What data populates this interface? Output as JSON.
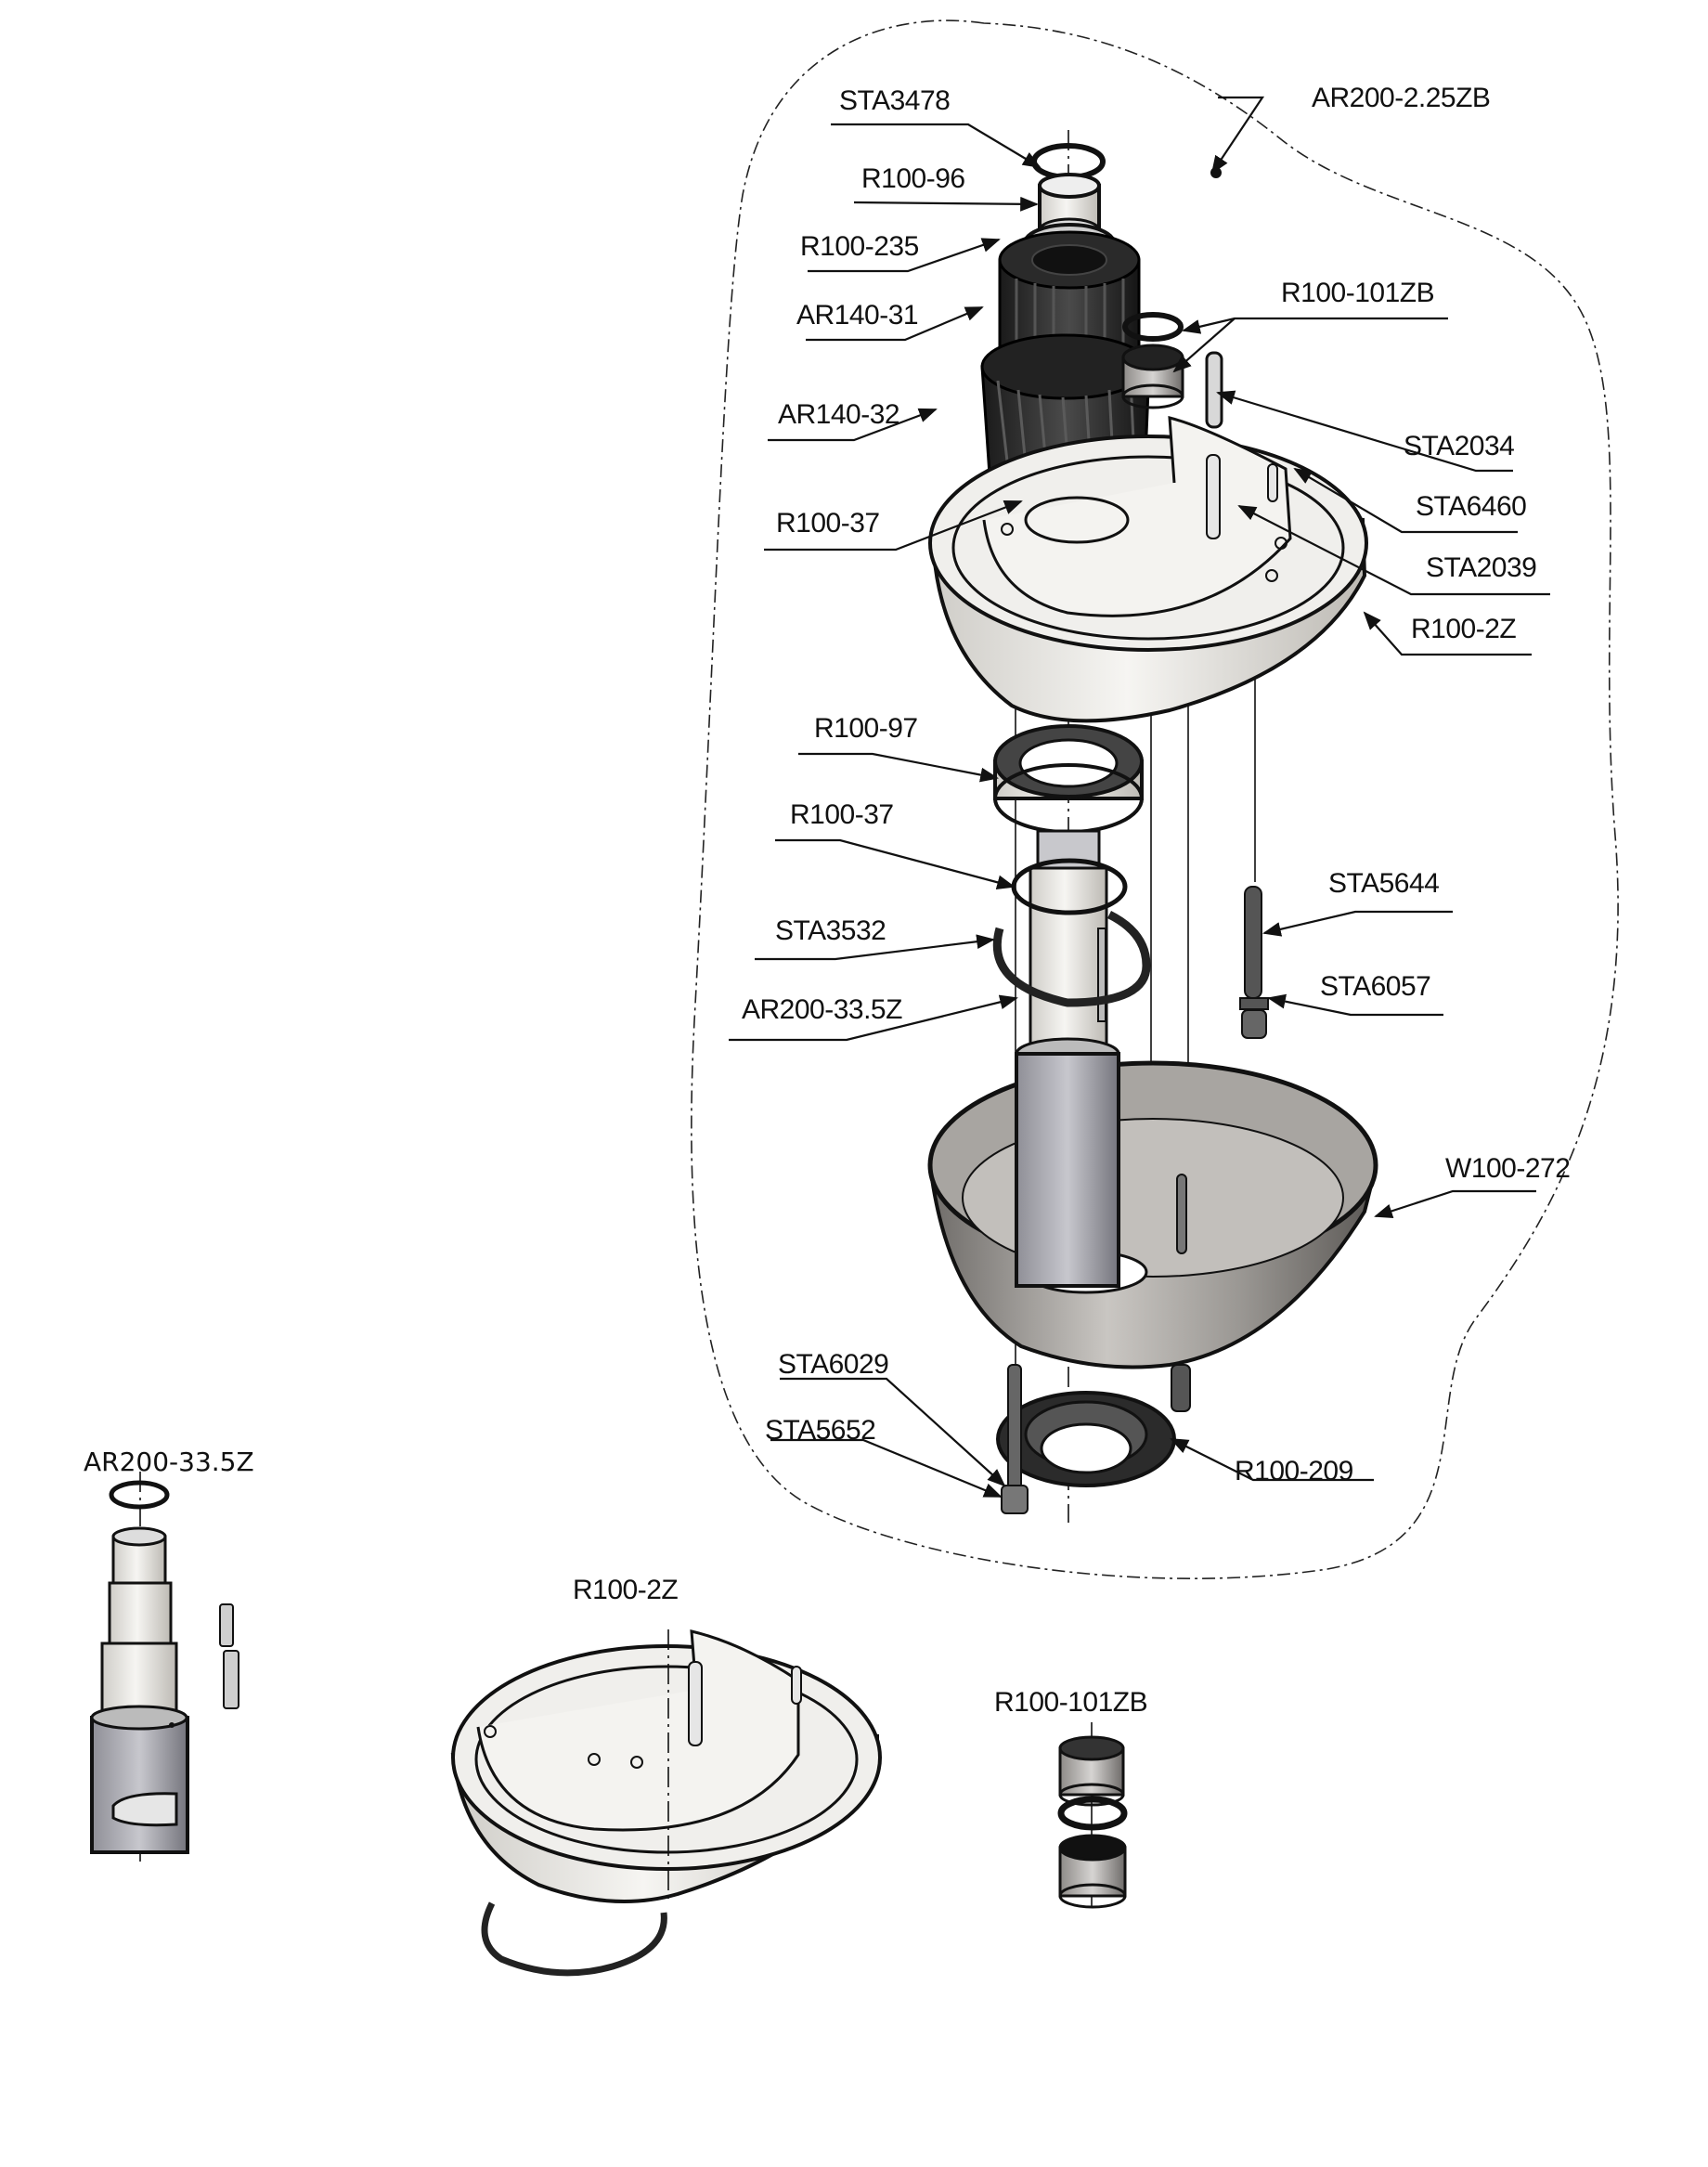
{
  "drawing": {
    "title": "Exploded assembly view",
    "assembly_label": "AR200-2.25ZB",
    "callouts": [
      {
        "id": "c1",
        "text": "STA3478"
      },
      {
        "id": "c2",
        "text": "R100-96"
      },
      {
        "id": "c3",
        "text": "R100-235"
      },
      {
        "id": "c4",
        "text": "AR140-31"
      },
      {
        "id": "c5",
        "text": "R100-101ZB"
      },
      {
        "id": "c6",
        "text": "AR140-32"
      },
      {
        "id": "c7",
        "text": "STA2034"
      },
      {
        "id": "c8",
        "text": "R100-37"
      },
      {
        "id": "c9",
        "text": "STA6460"
      },
      {
        "id": "c10",
        "text": "STA2039"
      },
      {
        "id": "c11",
        "text": "R100-2Z"
      },
      {
        "id": "c12",
        "text": "R100-97"
      },
      {
        "id": "c13",
        "text": "R100-37"
      },
      {
        "id": "c14",
        "text": "STA5644"
      },
      {
        "id": "c15",
        "text": "STA3532"
      },
      {
        "id": "c16",
        "text": "STA6057"
      },
      {
        "id": "c17",
        "text": "AR200-33.5Z"
      },
      {
        "id": "c18",
        "text": "W100-272"
      },
      {
        "id": "c19",
        "text": "STA6029"
      },
      {
        "id": "c20",
        "text": "STA5652"
      },
      {
        "id": "c21",
        "text": "R100-209"
      }
    ],
    "subassemblies": [
      {
        "id": "s1",
        "text": "AR200-33.5Z"
      },
      {
        "id": "s2",
        "text": "R100-2Z"
      },
      {
        "id": "s3",
        "text": "R100-101ZB"
      }
    ]
  }
}
